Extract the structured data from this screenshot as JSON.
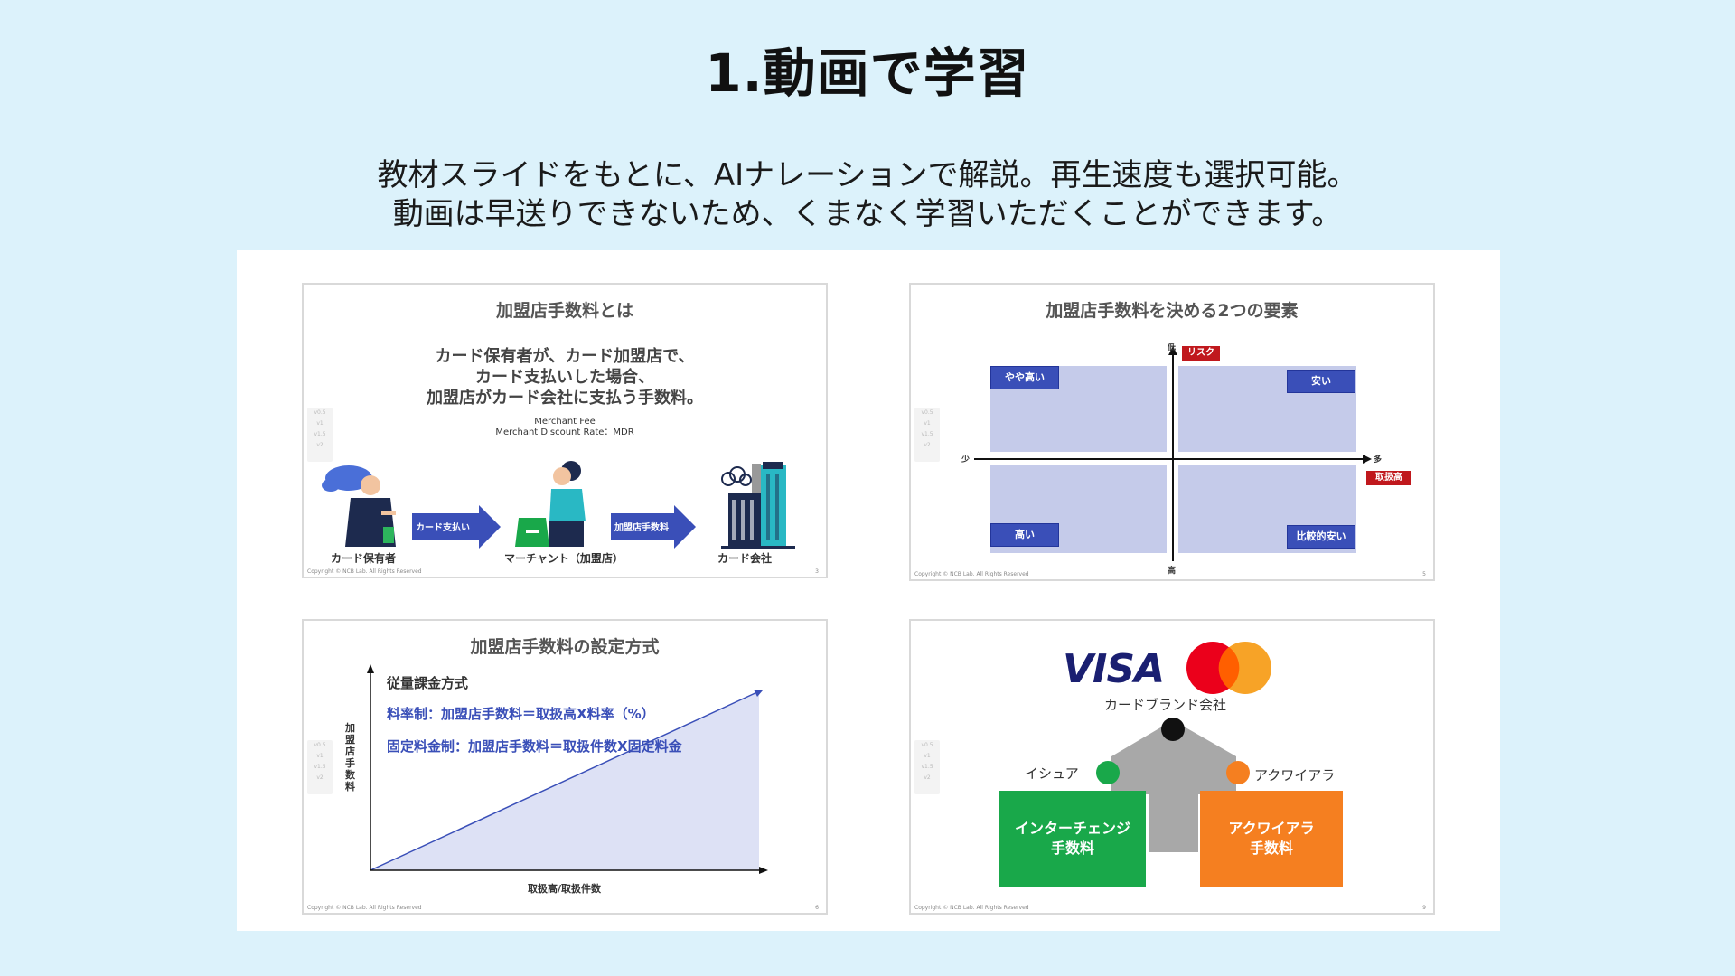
{
  "page": {
    "title": "1.動画で学習",
    "subtitle_line1": "教材スライドをもとに、AIナレーションで解説。再生速度も選択可能。",
    "subtitle_line2": "動画は早送りできないため、くまなく学習いただくことができます。"
  },
  "copyright": "Copyright © NCB Lab. All Rights Reserved",
  "version_labels": [
    "v0.5",
    "v1",
    "v1.5",
    "v2"
  ],
  "slide1": {
    "title": "加盟店手数料とは",
    "body_line1": "カード保有者が、カード加盟店で、",
    "body_line2": "カード支払いした場合、",
    "body_line3": "加盟店がカード会社に支払う手数料。",
    "en_line1": "Merchant Fee",
    "en_line2": "Merchant Discount Rate：MDR",
    "arrow1": "カード支払い",
    "arrow2": "加盟店手数料",
    "actor1": "カード保有者",
    "actor2": "マーチャント（加盟店）",
    "actor3": "カード会社",
    "page_no": "3"
  },
  "slide2": {
    "title": "加盟店手数料を決める2つの要素",
    "axis_top": "低",
    "axis_bottom": "高",
    "axis_left": "少",
    "axis_right": "多",
    "risk_tag": "リスク",
    "volume_tag": "取扱高",
    "q_top_left": "やや高い",
    "q_top_right": "安い",
    "q_bottom_left": "高い",
    "q_bottom_right": "比較的安い",
    "page_no": "5"
  },
  "slide3": {
    "title": "加盟店手数料の設定方式",
    "method_heading": "従量課金方式",
    "formula1": "料率制：加盟店手数料＝取扱高X料率（%）",
    "formula2": "固定料金制：加盟店手数料＝取扱件数X固定料金",
    "ylabel": "加盟店手数料",
    "xlabel": "取扱高/取扱件数",
    "page_no": "6"
  },
  "slide4": {
    "visa": "VISA",
    "brand_label": "カードブランド会社",
    "issuer_label": "イシュア",
    "acquirer_label": "アクワイアラ",
    "box_green_line1": "インターチェンジ",
    "box_green_line2": "手数料",
    "box_orange_line1": "アクワイアラ",
    "box_orange_line2": "手数料",
    "page_no": "9"
  },
  "colors": {
    "background": "#dcf2fb",
    "accent_blue": "#3a4fb8",
    "risk_red": "#c0181d",
    "green": "#19a84a",
    "orange": "#f57f20",
    "mastercard_red": "#eb001b",
    "mastercard_yellow": "#f79e1b"
  }
}
